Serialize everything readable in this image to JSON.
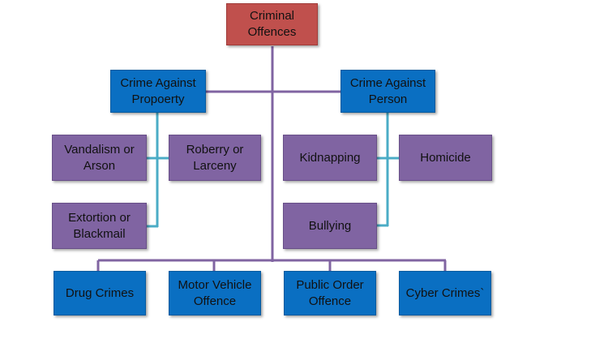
{
  "diagram": {
    "root": "Criminal\nOffences",
    "property": {
      "label": "Crime Against\nPropoerty",
      "children": [
        "Vandalism or\nArson",
        "Roberry or\nLarceny",
        "Extortion or\nBlackmail"
      ]
    },
    "person": {
      "label": "Crime Against\nPerson",
      "children": [
        "Kidnapping",
        "Homicide",
        "Bullying"
      ]
    },
    "bottom": [
      "Drug Crimes",
      "Motor Vehicle\nOffence",
      "Public Order\nOffence",
      "Cyber Crimes`"
    ],
    "colors": {
      "root": "#c0504d",
      "category": "#0a6fc2",
      "subcategory": "#8064a2",
      "trunk_line": "#8064a2",
      "branch_line": "#4bacc6"
    }
  }
}
